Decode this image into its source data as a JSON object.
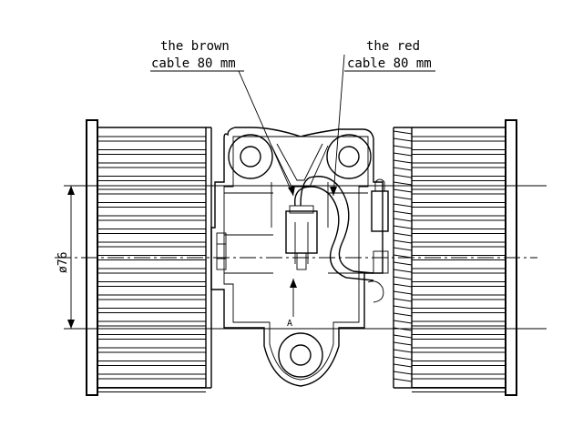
{
  "labels": {
    "brown_line1": "the brown",
    "brown_line2": "cable 80 mm",
    "red_line1": "the red",
    "red_line2": "cable 80 mm",
    "diameter": "ø76",
    "section": "A"
  },
  "colors": {
    "stroke": "#000000",
    "background": "#ffffff"
  }
}
